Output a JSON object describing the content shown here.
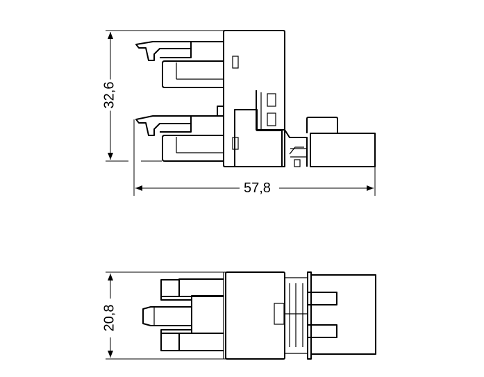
{
  "drawing": {
    "side_view": {
      "height_dimension": "32,6",
      "length_dimension": "57,8"
    },
    "top_view": {
      "width_dimension": "20,8"
    },
    "colors": {
      "line": "#000000",
      "background": "#ffffff"
    }
  }
}
